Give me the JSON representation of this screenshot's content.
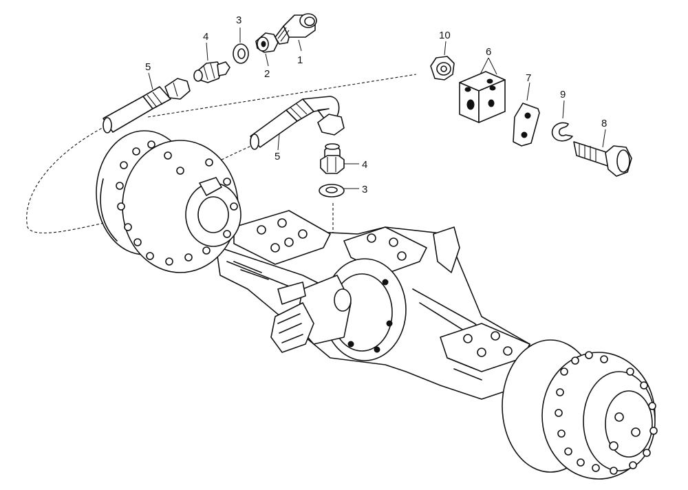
{
  "callouts": [
    {
      "id": "c1",
      "text": "1"
    },
    {
      "id": "c2",
      "text": "2"
    },
    {
      "id": "c3a",
      "text": "3"
    },
    {
      "id": "c4a",
      "text": "4"
    },
    {
      "id": "c5a",
      "text": "5"
    },
    {
      "id": "c10",
      "text": "10"
    },
    {
      "id": "c6",
      "text": "6"
    },
    {
      "id": "c7",
      "text": "7"
    },
    {
      "id": "c9",
      "text": "9"
    },
    {
      "id": "c8",
      "text": "8"
    },
    {
      "id": "c5b",
      "text": "5"
    },
    {
      "id": "c4b",
      "text": "4"
    },
    {
      "id": "c3b",
      "text": "3"
    }
  ]
}
